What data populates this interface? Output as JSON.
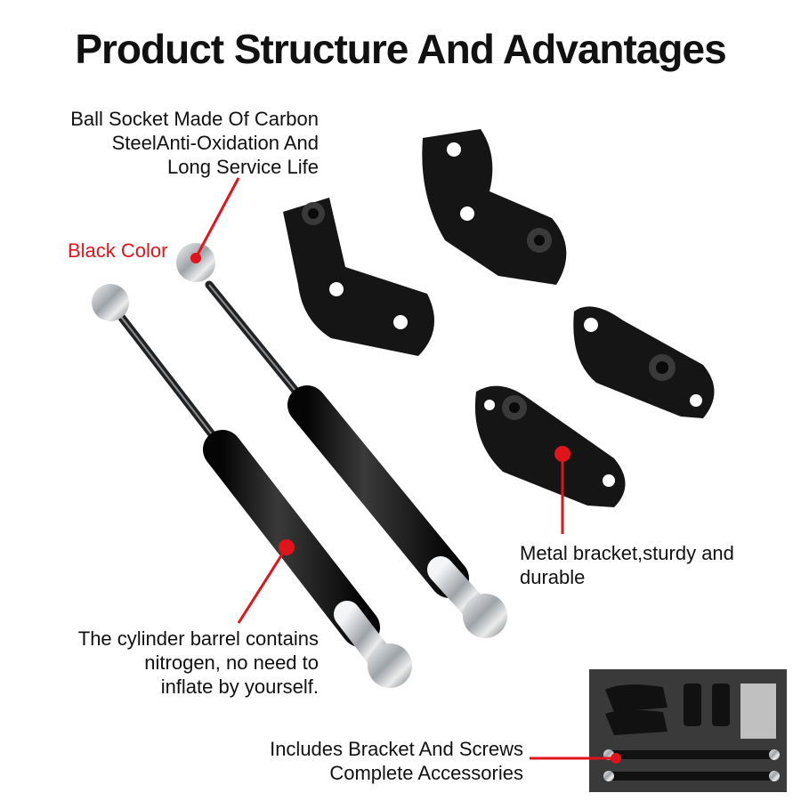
{
  "title": "Product Structure And Advantages",
  "colors": {
    "accent": "#e0141a",
    "text": "#111111",
    "part_black": "#151515",
    "chrome": "#c9ccd0",
    "case_background": "#3a3a3a"
  },
  "callouts": {
    "ball_socket": [
      "Ball Socket Made Of Carbon",
      "SteelAnti-Oxidation And",
      "Long Service Life"
    ],
    "black_color": "Black Color",
    "metal_bracket": [
      "Metal bracket,sturdy and",
      "durable"
    ],
    "cylinder": [
      "The cylinder barrel contains",
      "nitrogen, no need to",
      "inflate by yourself."
    ],
    "accessories": [
      "Includes Bracket And Screws",
      "Complete Accessories"
    ]
  },
  "illustration": {
    "items": [
      "gas-strut",
      "gas-strut",
      "bracket",
      "bracket",
      "bracket",
      "bracket",
      "accessory-case"
    ]
  }
}
